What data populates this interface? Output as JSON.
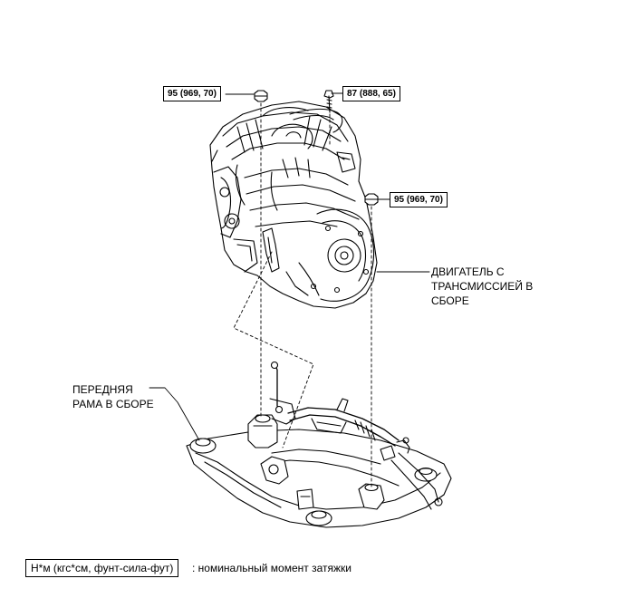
{
  "torque_labels": [
    {
      "text": "95 (969, 70)"
    },
    {
      "text": "87 (888, 65)"
    },
    {
      "text": "95 (969, 70)"
    }
  ],
  "part_labels": {
    "engine": "ДВИГАТЕЛЬ С\nТРАНСМИССИЕЙ В\nСБОРЕ",
    "frame": "ПЕРЕДНЯЯ\nРАМА В СБОРЕ"
  },
  "legend": {
    "unit": "Н*м (кгс*см, фунт-сила-фут)",
    "description": ": номинальный момент затяжки"
  }
}
